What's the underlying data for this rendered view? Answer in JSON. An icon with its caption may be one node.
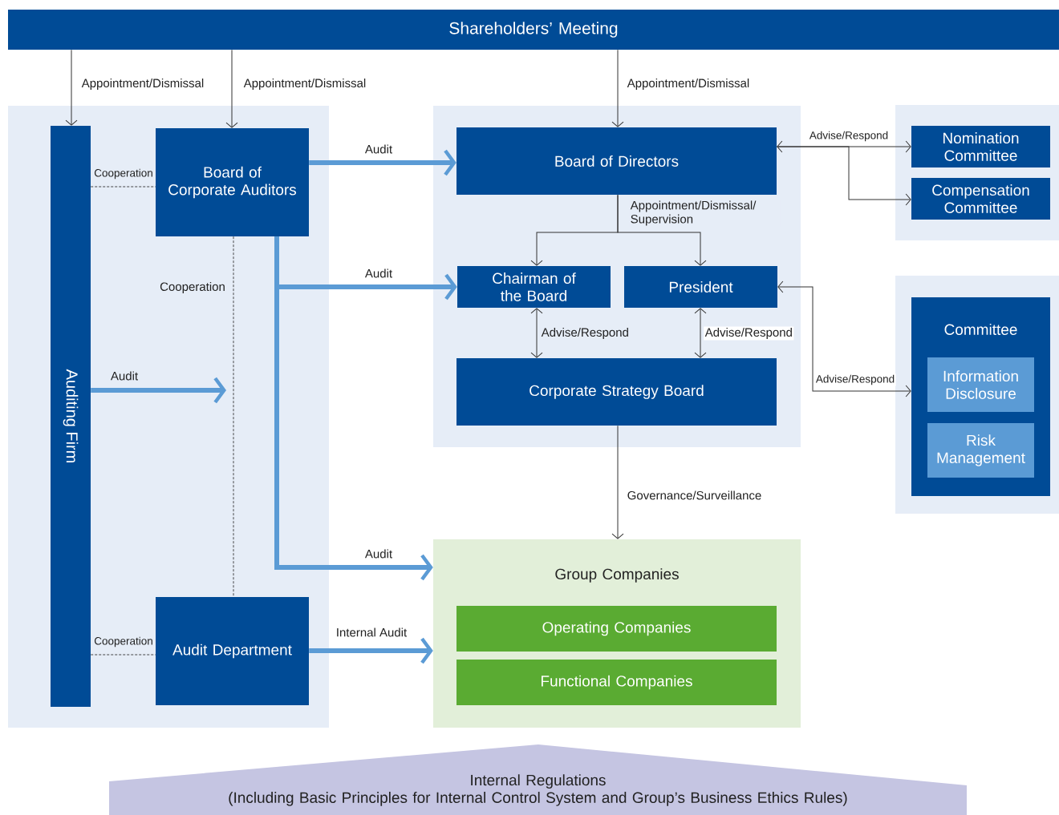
{
  "diagram": {
    "nodes": [
      {
        "text": [
          "Shareholders’ Meeting"
        ]
      },
      {
        "text": [
          "Auditing Firm"
        ]
      },
      {
        "text": [
          "Board of Corporate Auditors"
        ]
      },
      {
        "text": [
          "Audit Department"
        ]
      },
      {
        "text": [
          "Board of Directors"
        ]
      },
      {
        "text": [
          "Chairman of the Board"
        ]
      },
      {
        "text": [
          "President"
        ]
      },
      {
        "text": [
          "Corporate Strategy Board"
        ]
      },
      {
        "text": [
          "Nomination Committee"
        ]
      },
      {
        "text": [
          "Compensation Committee"
        ]
      },
      {
        "text": [
          "Committee"
        ]
      },
      {
        "text": [
          "Information Disclosure"
        ],
        "in": 10
      },
      {
        "text": [
          "Risk Management"
        ],
        "in": 10
      },
      {
        "text": [
          "Group Companies"
        ]
      },
      {
        "text": [
          "Operating Companies"
        ],
        "in": 13
      },
      {
        "text": [
          "Functional Companies"
        ],
        "in": 13
      },
      {
        "text": [
          "Internal Regulations",
          "(Including Basic Principles for Internal Control System and Group’s Business Ethics Rules)"
        ]
      }
    ],
    "edges": [
      {
        "from": 0,
        "to": 1,
        "arrow": "to",
        "label": "Appointment/Dismissal"
      },
      {
        "from": 0,
        "to": 2,
        "arrow": "to",
        "label": "Appointment/Dismissal"
      },
      {
        "from": 0,
        "to": 4,
        "arrow": "to",
        "label": "Appointment/Dismissal"
      },
      {
        "from": 2,
        "to": 4,
        "arrow": "to",
        "label": "Audit",
        "style": "thick",
        "color": "#5b9bd5"
      },
      {
        "from": 2,
        "to": 5,
        "arrow": "to",
        "label": "Audit",
        "style": "thick",
        "color": "#5b9bd5"
      },
      {
        "from": 2,
        "to": 13,
        "arrow": "to",
        "label": "Audit",
        "style": "thick",
        "color": "#5b9bd5"
      },
      {
        "from": 3,
        "to": 13,
        "arrow": "to",
        "label": "Internal Audit",
        "style": "thick",
        "color": "#5b9bd5"
      },
      {
        "from": 1,
        "to": 2,
        "arrow": "none",
        "label": "Cooperation",
        "style": "dashed"
      },
      {
        "from": 1,
        "to": 3,
        "arrow": "none",
        "label": "Cooperation",
        "style": "dashed"
      },
      {
        "from": 2,
        "to": 3,
        "arrow": "none",
        "label": "Cooperation",
        "style": "dashed"
      },
      {
        "from": 1,
        "to": null,
        "arrow": "to",
        "label": "Audit",
        "style": "thick",
        "color": "#5b9bd5"
      },
      {
        "from": 4,
        "to": 5,
        "arrow": "to",
        "label": "Appointment/Dismissal/ Supervision"
      },
      {
        "from": 4,
        "to": 6,
        "arrow": "to"
      },
      {
        "from": 5,
        "to": 7,
        "arrow": "both",
        "label": "Advise/Respond"
      },
      {
        "from": 6,
        "to": 7,
        "arrow": "both",
        "label": "Advise/Respond"
      },
      {
        "from": 4,
        "to": 8,
        "arrow": "both",
        "label": "Advise/Respond"
      },
      {
        "from": 4,
        "to": 9,
        "arrow": "to"
      },
      {
        "from": 6,
        "to": 10,
        "arrow": "both",
        "label": "Advise/Respond"
      },
      {
        "from": 7,
        "to": 13,
        "arrow": "to",
        "label": "Governance/Surveillance"
      }
    ]
  }
}
